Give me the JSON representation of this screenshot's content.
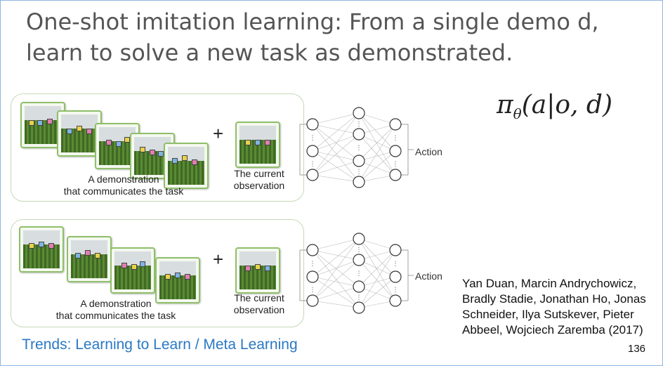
{
  "slide": {
    "title": "One-shot imitation learning: From a single demo d, learn to solve a new task as demonstrated.",
    "formula": {
      "symbol": "π",
      "subscript": "θ",
      "args": "(a|o, d)"
    },
    "footer": "Trends: Learning to Learn / Meta Learning",
    "citation": "Yan Duan, Marcin Andrychowicz, Bradly Stadie, Jonathan Ho, Jonas Schneider, Ilya Sutskever, Pieter Abbeel, Wojciech Zaremba (2017)",
    "page_number": "136"
  },
  "diagrams": [
    {
      "demo_caption_line1": "A demonstration",
      "demo_caption_line2": "that communicates the task",
      "plus": "+",
      "obs_caption_line1": "The current",
      "obs_caption_line2": "observation",
      "output_label": "Action"
    },
    {
      "demo_caption_line1": "A demonstration",
      "demo_caption_line2": "that communicates the task",
      "plus": "+",
      "obs_caption_line1": "The current",
      "obs_caption_line2": "observation",
      "output_label": "Action"
    }
  ],
  "colors": {
    "title": "#555555",
    "footer": "#2a79c4",
    "frame_border": "#c7d9b5",
    "thumb_border": "#8fbf6a",
    "slide_border": "#8fb5e0"
  }
}
